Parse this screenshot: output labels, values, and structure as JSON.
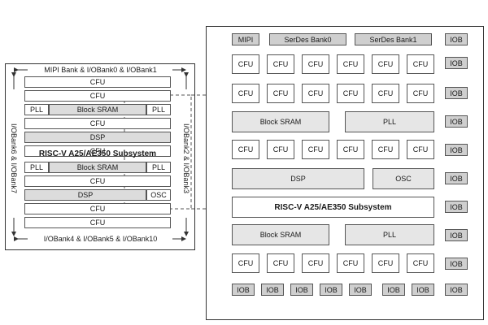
{
  "left_chip": {
    "top_label": "MIPI Bank & I/OBank0 & I/OBank1",
    "bottom_label": "I/OBank4 & I/OBank5 & I/OBank10",
    "left_label": "I/OBank6 & I/OBank7",
    "right_label": "I/OBank2 & I/OBank3",
    "rows": {
      "cfu": "CFU",
      "pll": "PLL",
      "block_sram": "Block SRAM",
      "dsp": "DSP",
      "risc_v": "RISC-V A25/AE350 Subsystem",
      "osc": "OSC"
    }
  },
  "zoom": {
    "mipi": "MIPI",
    "serdes0": "SerDes Bank0",
    "serdes1": "SerDes Bank1",
    "iob": "IOB",
    "cfu": "CFU",
    "block_sram": "Block SRAM",
    "pll": "PLL",
    "dsp": "DSP",
    "osc": "OSC",
    "risc_v": "RISC-V A25/AE350 Subsystem"
  }
}
